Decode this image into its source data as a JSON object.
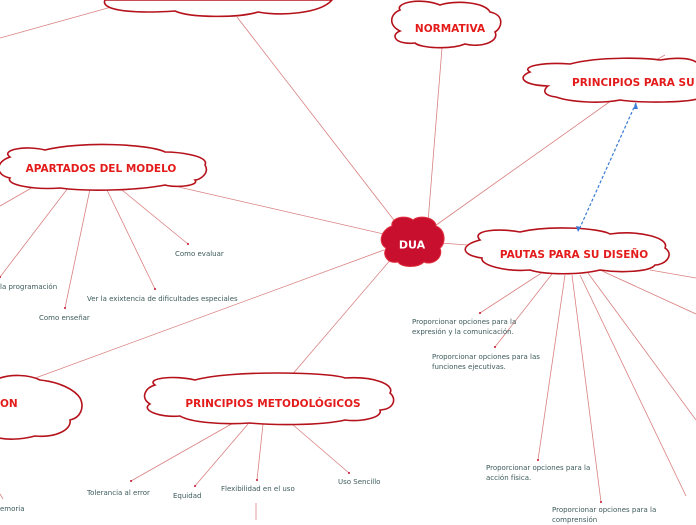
{
  "center": {
    "label": "DUA",
    "color": "#c8102e"
  },
  "colors": {
    "accent": "#e31b1b",
    "cloud_stroke": "#b5121b",
    "link": "#d98080",
    "leaf_text": "#3d5a5a",
    "relation": "#3a7bd5"
  },
  "topics": {
    "normativa": "NORMATIVA",
    "principios_diseno": "PRINCIPIOS  PARA SU D",
    "apartados": "APARTADOS DEL MODELO",
    "pautas": "PAUTAS PARA SU DISEÑO",
    "principios_metodologicos": "PRINCIPIOS METODOLÓGICOS",
    "left_partial": "ON"
  },
  "apartados_children": [
    "la programación",
    "Como enseñar",
    "Ver la exixtencia de dificultades especiales",
    "Como evaluar"
  ],
  "pautas_children": {
    "expresion_1": "Proporcionar opciones para la",
    "expresion_2": "expresión y la comunicación.",
    "ejecutivas_1": "Proporcionar opciones para las",
    "ejecutivas_2": "funciones ejecutivas.",
    "accion_1": "Proporcionar opciones para la",
    "accion_2": "acción física.",
    "comprension_1": "Proporcionar opciones para la",
    "comprension_2": "comprensión"
  },
  "metodologicos_children": [
    "Tolerancia al error",
    "Equidad",
    "Flexibilidad en el uso",
    "Uso Sencillo"
  ],
  "left_children": [
    "emoria"
  ]
}
